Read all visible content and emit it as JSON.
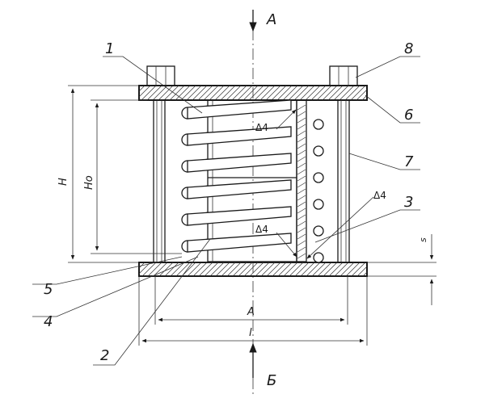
{
  "views": {
    "top": "А",
    "bottom": "Б"
  },
  "dimensions": {
    "H": "H",
    "Ho": "Ho",
    "A": "A",
    "l": "l",
    "s": "s"
  },
  "weld": "Δ4",
  "callouts": [
    "1",
    "2",
    "3",
    "4",
    "5",
    "6",
    "7",
    "8"
  ]
}
